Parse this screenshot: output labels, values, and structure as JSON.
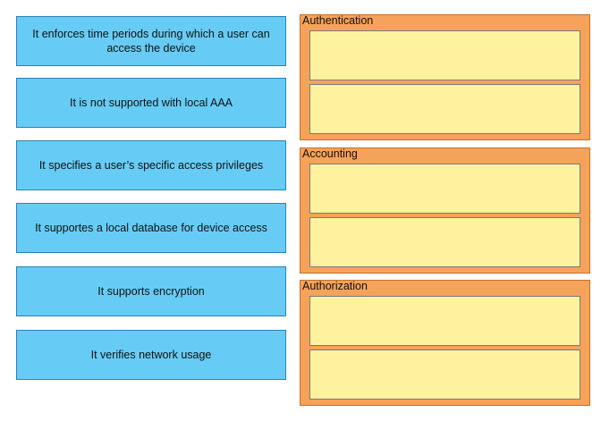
{
  "source_items": [
    {
      "label": "It enforces time periods during which a user can access the device"
    },
    {
      "label": "It is not supported with local AAA"
    },
    {
      "label": "It specifies a user’s specific access privileges"
    },
    {
      "label": "It supportes a local database for device access"
    },
    {
      "label": "It supports encryption"
    },
    {
      "label": "It verifies network usage"
    }
  ],
  "target_groups": [
    {
      "label": "Authentication"
    },
    {
      "label": "Accounting"
    },
    {
      "label": "Authorization"
    }
  ],
  "colors": {
    "source_fill": "#66ccf5",
    "source_border": "#2c7fb8",
    "group_fill": "#f5a35a",
    "group_border": "#c46f27",
    "slot_fill": "#fff29e"
  }
}
